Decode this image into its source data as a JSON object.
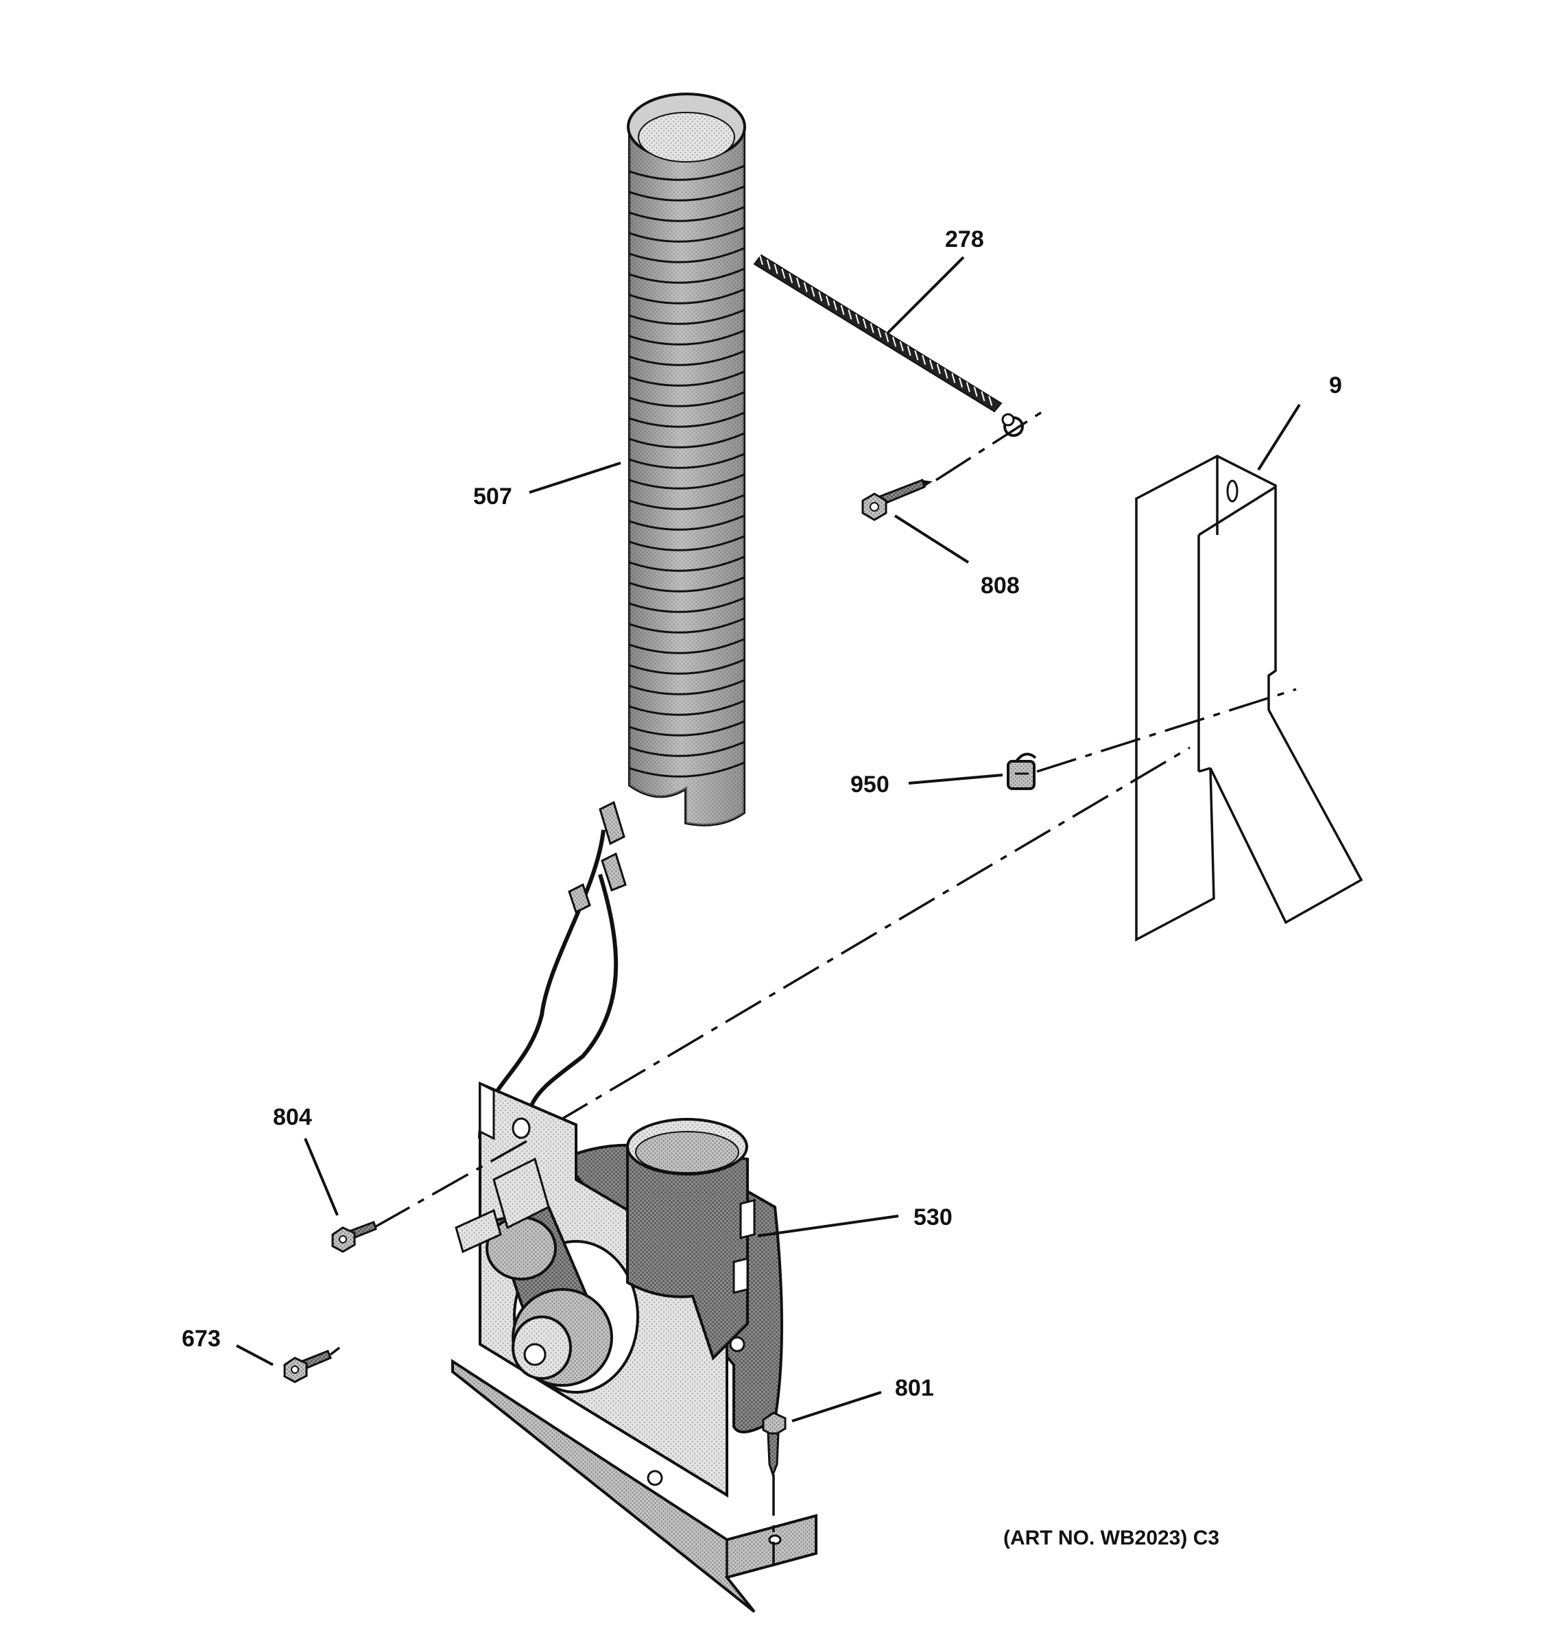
{
  "diagram": {
    "parts": [
      {
        "id": "278",
        "label": "278"
      },
      {
        "id": "9",
        "label": "9"
      },
      {
        "id": "507",
        "label": "507"
      },
      {
        "id": "808",
        "label": "808"
      },
      {
        "id": "950",
        "label": "950"
      },
      {
        "id": "804",
        "label": "804"
      },
      {
        "id": "530",
        "label": "530"
      },
      {
        "id": "673",
        "label": "673"
      },
      {
        "id": "801",
        "label": "801"
      }
    ],
    "art_number": "(ART NO. WB2023) C3"
  },
  "colors": {
    "ink": "#111111",
    "shade_dark": "#6e6e6e",
    "shade_mid": "#a9a9a9",
    "shade_light": "#d6d6d6",
    "background": "#ffffff"
  }
}
